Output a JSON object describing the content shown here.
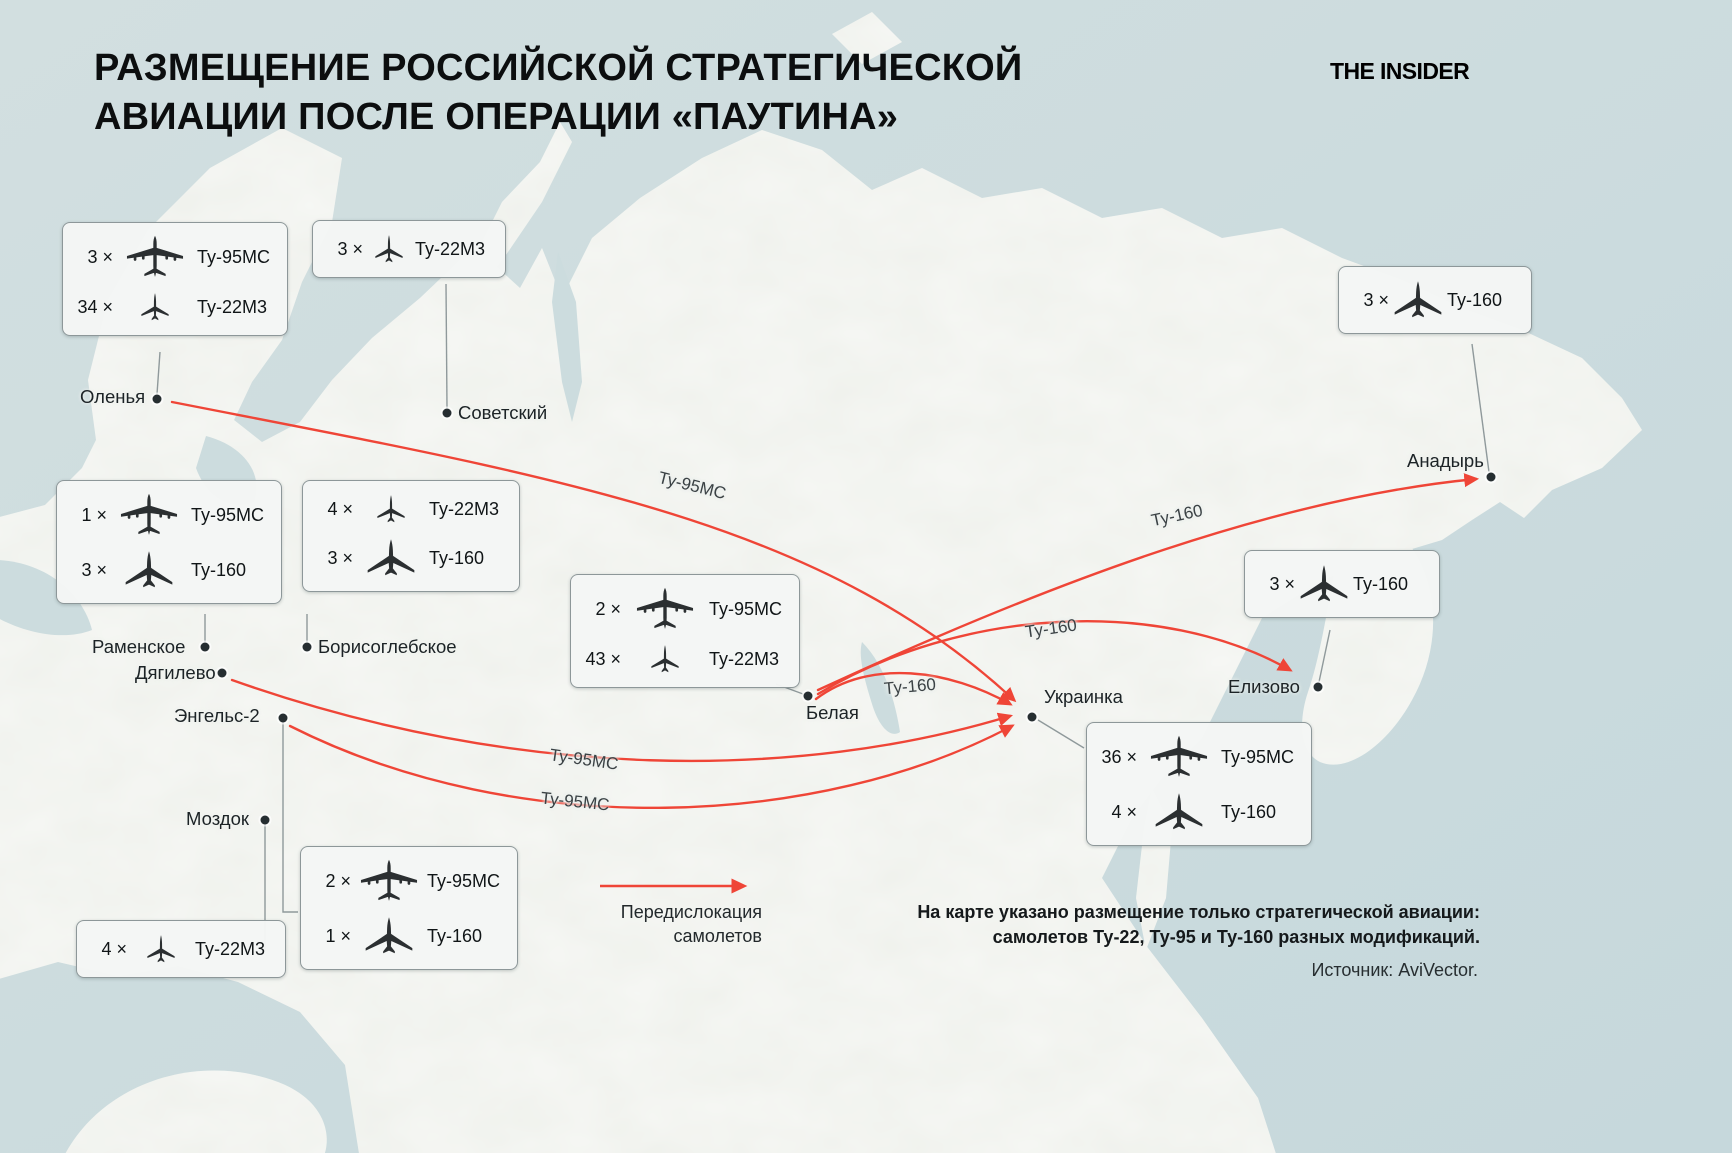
{
  "header": {
    "title_line1": "РАЗМЕЩЕНИЕ РОССИЙСКОЙ СТРАТЕГИЧЕСКОЙ",
    "title_line2": "АВИАЦИИ ПОСЛЕ ОПЕРАЦИИ «ПАУТИНА»",
    "brand": "THE INSIDER"
  },
  "colors": {
    "arrow_red": "#ef4537",
    "sea": "#ccdcde",
    "land": "#eff1ec",
    "box_background": "#f4f6f5",
    "box_border": "#8d9799",
    "text": "#101517"
  },
  "cities": [
    {
      "name": "Оленья"
    },
    {
      "name": "Советский"
    },
    {
      "name": "Анадырь"
    },
    {
      "name": "Раменское"
    },
    {
      "name": "Дягилево"
    },
    {
      "name": "Борисоглебское"
    },
    {
      "name": "Энгельс-2"
    },
    {
      "name": "Моздок"
    },
    {
      "name": "Белая"
    },
    {
      "name": "Украинка"
    },
    {
      "name": "Елизово"
    }
  ],
  "callouts": [
    {
      "base": "Оленья",
      "rows": [
        {
          "count": "3 ×",
          "icon": "tu-95ms-icon",
          "label": "Ту-95МС"
        },
        {
          "count": "34 ×",
          "icon": "tu-22m3-icon",
          "label": "Ту-22М3"
        }
      ]
    },
    {
      "base": "Советский",
      "rows": [
        {
          "count": "3 ×",
          "icon": "tu-22m3-icon",
          "label": "Ту-22М3"
        }
      ]
    },
    {
      "base": "Анадырь",
      "rows": [
        {
          "count": "3 ×",
          "icon": "tu-160-icon",
          "label": "Ту-160"
        }
      ]
    },
    {
      "base": "Раменское",
      "rows": [
        {
          "count": "1 ×",
          "icon": "tu-95ms-icon",
          "label": "Ту-95МС"
        },
        {
          "count": "3 ×",
          "icon": "tu-160-icon",
          "label": "Ту-160"
        }
      ]
    },
    {
      "base": "Борисоглебское",
      "rows": [
        {
          "count": "4 ×",
          "icon": "tu-22m3-icon",
          "label": "Ту-22М3"
        },
        {
          "count": "3 ×",
          "icon": "tu-160-icon",
          "label": "Ту-160"
        }
      ]
    },
    {
      "base": "Белая",
      "rows": [
        {
          "count": "2 ×",
          "icon": "tu-95ms-icon",
          "label": "Ту-95МС"
        },
        {
          "count": "43 ×",
          "icon": "tu-22m3-icon",
          "label": "Ту-22М3"
        }
      ]
    },
    {
      "base": "Елизово",
      "rows": [
        {
          "count": "3 ×",
          "icon": "tu-160-icon",
          "label": "Ту-160"
        }
      ]
    },
    {
      "base": "Украинка",
      "rows": [
        {
          "count": "36 ×",
          "icon": "tu-95ms-icon",
          "label": "Ту-95МС"
        },
        {
          "count": "4 ×",
          "icon": "tu-160-icon",
          "label": "Ту-160"
        }
      ]
    },
    {
      "base": "Энгельс-2",
      "rows": [
        {
          "count": "2 ×",
          "icon": "tu-95ms-icon",
          "label": "Ту-95МС"
        },
        {
          "count": "1 ×",
          "icon": "tu-160-icon",
          "label": "Ту-160"
        }
      ]
    },
    {
      "base": "Моздок",
      "rows": [
        {
          "count": "4 ×",
          "icon": "tu-22m3-icon",
          "label": "Ту-22М3"
        }
      ]
    }
  ],
  "arrows": [
    {
      "label": "Ту-95МС",
      "from": "Оленья",
      "to": "Украинка"
    },
    {
      "label": "Ту-160",
      "from": "Белая",
      "to": "Анадырь"
    },
    {
      "label": "Ту-160",
      "from": "Белая",
      "to": "Елизово"
    },
    {
      "label": "Ту-160",
      "from": "Белая",
      "to": "Украинка"
    },
    {
      "label": "Ту-95МС",
      "from": "Дягилево",
      "to": "Украинка"
    },
    {
      "label": "Ту-95МС",
      "from": "Энгельс-2",
      "to": "Украинка"
    }
  ],
  "legend": {
    "label": "Передислокация самолетов"
  },
  "footnote": {
    "line1": "На карте указано размещение только стратегической авиации:",
    "line2": "самолетов Ту-22, Ту-95 и Ту-160 разных модификаций.",
    "source": "Источник: AviVector."
  }
}
